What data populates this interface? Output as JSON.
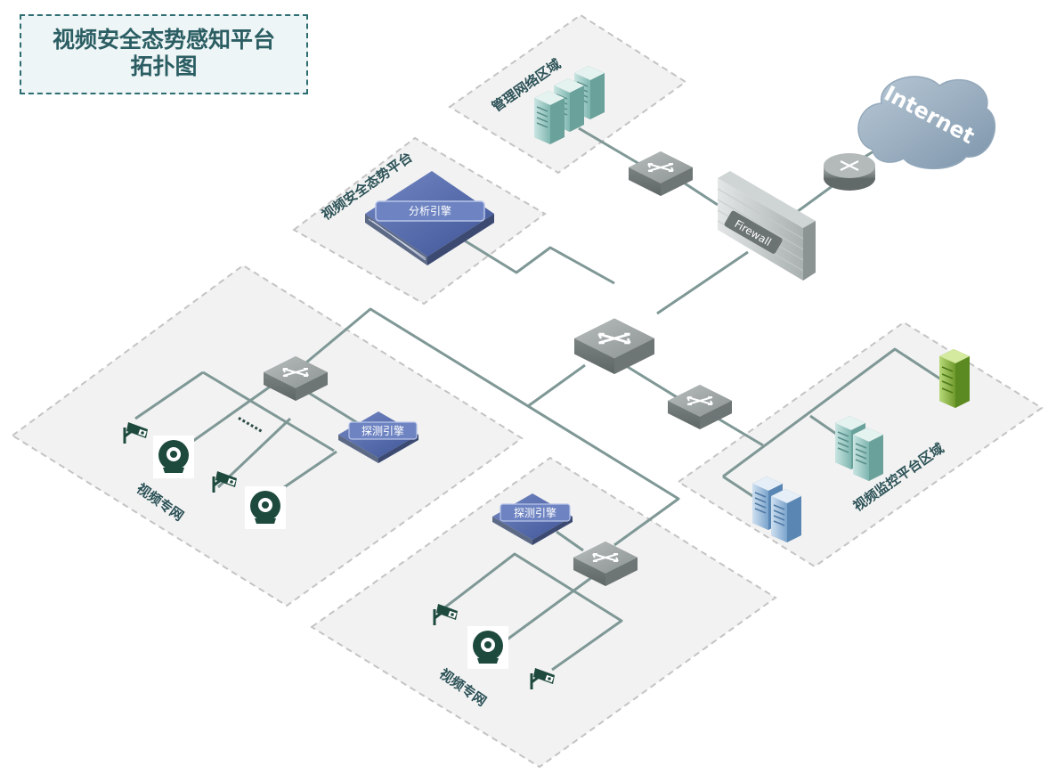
{
  "title": {
    "line1": "视频安全态势感知平台",
    "line2": "拓扑图"
  },
  "zones": {
    "mgmt": "管理网络区域",
    "platform": "视频安全态势平台",
    "video_net_left": "视频专网",
    "video_net_bottom": "视频专网",
    "monitor": "视频监控平台区域"
  },
  "devices": {
    "analysis_engine": "分析引擎",
    "probe_left": "探测引擎",
    "probe_bottom": "探测引擎",
    "firewall": "Firewall",
    "internet": "Internet",
    "ellipsis": "……"
  },
  "colors": {
    "zone_fill": "#f2f2f2",
    "zone_border": "#bdbdbd",
    "link": "#7f9896",
    "title_border": "#2e6d72",
    "engine_blue": "#4d64a6",
    "camera_green": "#1e4a3e"
  }
}
